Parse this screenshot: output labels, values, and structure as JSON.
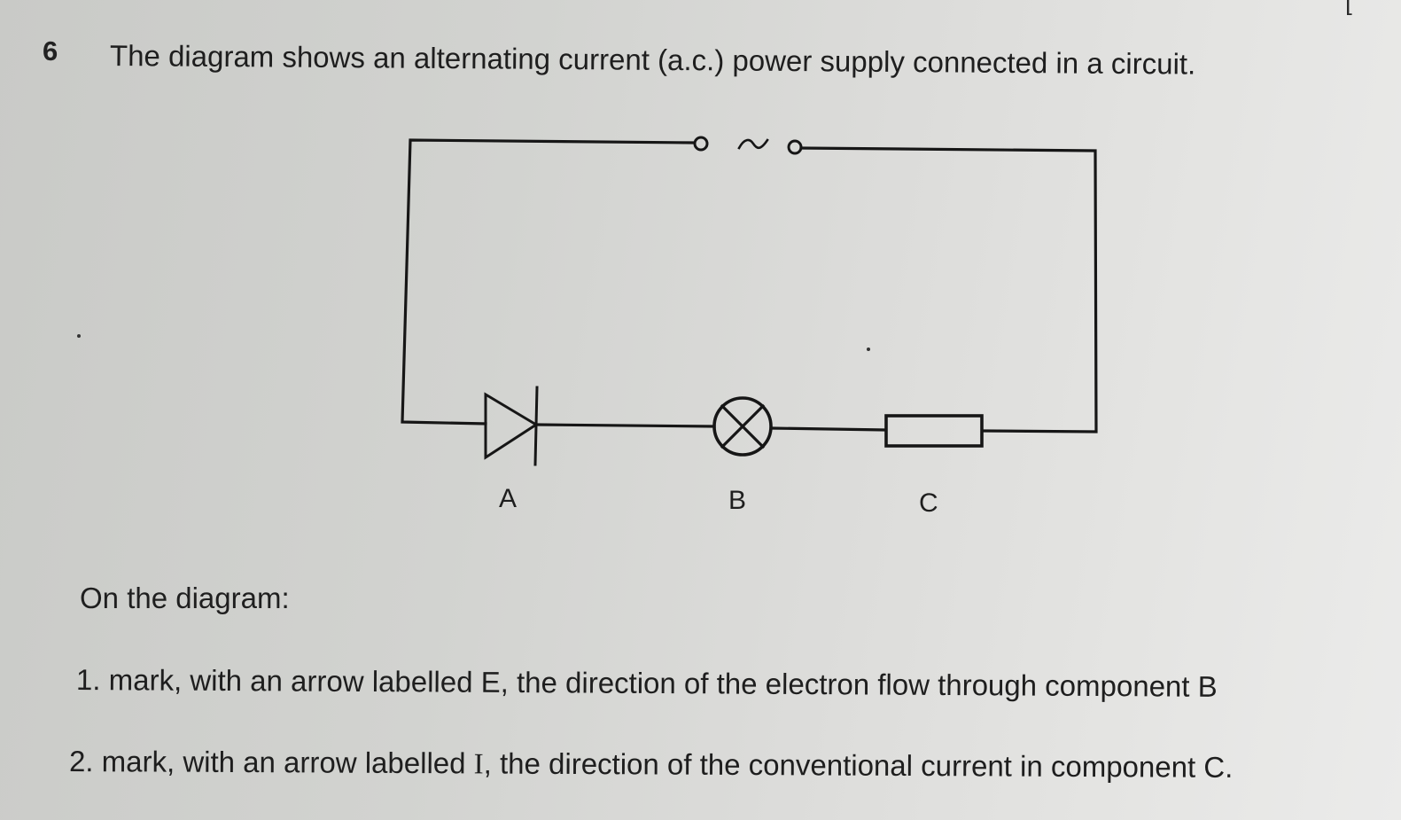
{
  "page": {
    "corner_mark": "[",
    "question_number": "6",
    "question_stem": "The diagram shows an alternating current (a.c.) power supply connected in a circuit."
  },
  "diagram": {
    "supply": {
      "icon": "ac-supply-icon",
      "symbol": "~"
    },
    "components": [
      {
        "id": "A",
        "type": "diode",
        "icon": "diode-icon",
        "label": "A"
      },
      {
        "id": "B",
        "type": "lamp",
        "icon": "lamp-icon",
        "label": "B"
      },
      {
        "id": "C",
        "type": "resistor",
        "icon": "resistor-icon",
        "label": "C"
      }
    ]
  },
  "instructions": {
    "intro": "On the diagram:",
    "tasks": [
      {
        "number": "1.",
        "text": "mark, with an arrow labelled E, the direction of the electron flow through component B"
      },
      {
        "number": "2.",
        "text_before": "mark, with an arrow labelled ",
        "symbol": "I",
        "text_after": ", the direction of the conventional current in component C."
      }
    ]
  },
  "colors": {
    "ink": "#161616",
    "paper": "#d4d5d2"
  }
}
